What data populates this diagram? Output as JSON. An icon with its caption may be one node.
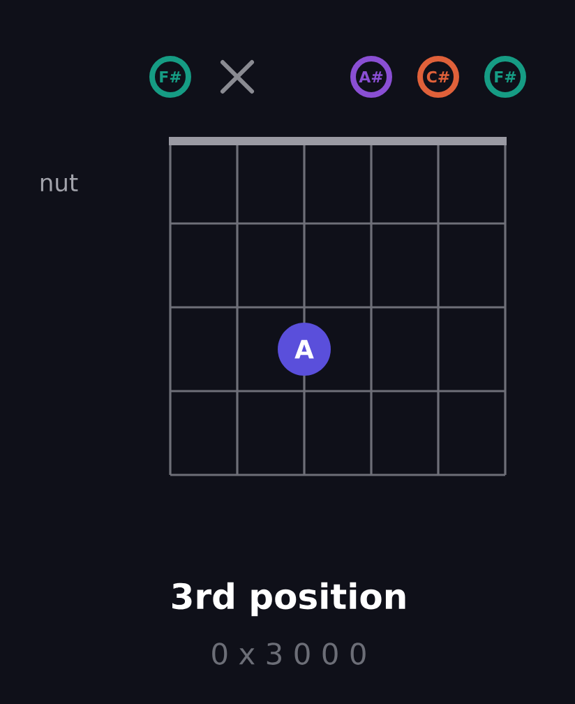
{
  "diagram": {
    "title": "3rd position",
    "nodes": [
      {
        "text": [
          "F#"
        ]
      },
      {
        "text": [
          "A#"
        ]
      },
      {
        "text": [
          "C#"
        ]
      },
      {
        "text": [
          "F#"
        ]
      },
      {
        "text": [
          "A"
        ]
      }
    ],
    "labels": [
      "nut",
      "0 x 3 0 0 0"
    ]
  }
}
